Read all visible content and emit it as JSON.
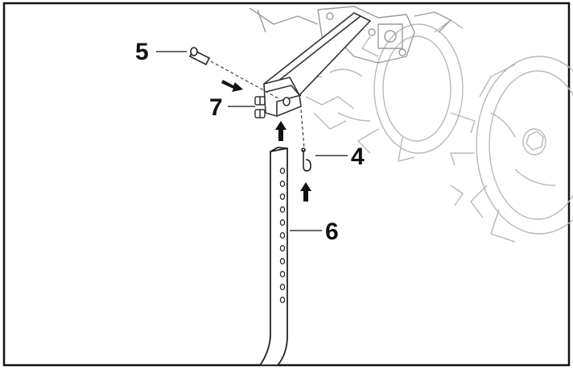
{
  "figure": {
    "callouts": [
      {
        "id": "5",
        "label": "5"
      },
      {
        "id": "7",
        "label": "7"
      },
      {
        "id": "4",
        "label": "4"
      },
      {
        "id": "6",
        "label": "6"
      }
    ]
  }
}
